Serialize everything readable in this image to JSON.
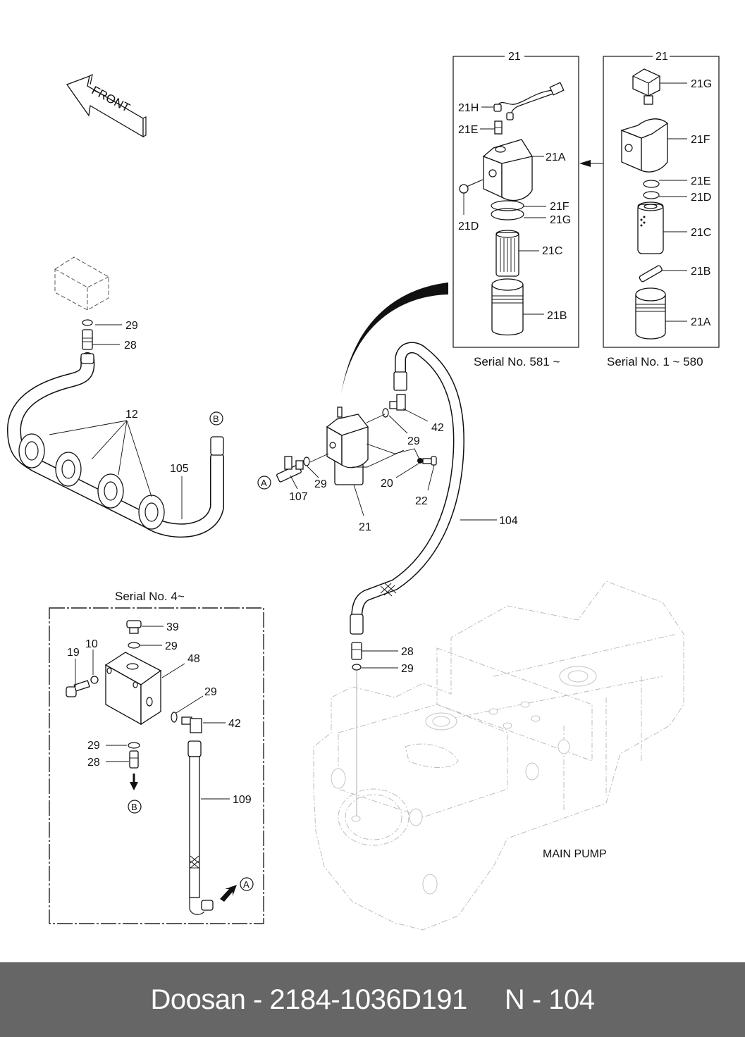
{
  "diagram": {
    "front_arrow": {
      "icon": "front-direction-arrow-icon",
      "label": "FRONT"
    },
    "kit_581": {
      "title": "21",
      "caption": "Serial No. 581 ~",
      "labels": {
        "h": "21H",
        "e": "21E",
        "a": "21A",
        "d": "21D",
        "f": "21F",
        "g": "21G",
        "c": "21C",
        "b": "21B"
      }
    },
    "kit_1_580": {
      "title": "21",
      "caption": "Serial No. 1 ~ 580",
      "labels": {
        "g": "21G",
        "f": "21F",
        "e": "21E",
        "d": "21D",
        "c": "21C",
        "b": "21B",
        "a": "21A"
      }
    },
    "upper_left": {
      "oring": "29",
      "connector": "28",
      "clamps": "12",
      "hose": "105",
      "ref_b": "B"
    },
    "center_filter": {
      "oring_right": "29",
      "elbow": "42",
      "oring_left": "29",
      "washer": "20",
      "bolt": "22",
      "tee": "107",
      "filter": "21",
      "ref_a": "A"
    },
    "hose_104": {
      "hose": "104",
      "connector": "28",
      "oring": "29"
    },
    "serial_4_box": {
      "caption": "Serial No. 4~",
      "plug": "39",
      "oring_top": "29",
      "block": "48",
      "bolt": "19",
      "washer": "10",
      "oring_side": "29",
      "elbow": "42",
      "oring_bottom": "29",
      "connector": "28",
      "ref_b": "B",
      "hose": "109",
      "ref_a": "A"
    },
    "main_pump_label": "MAIN PUMP"
  },
  "footer": {
    "text": "Doosan - 2184-1036D191     N - 104",
    "background": "#666666"
  }
}
